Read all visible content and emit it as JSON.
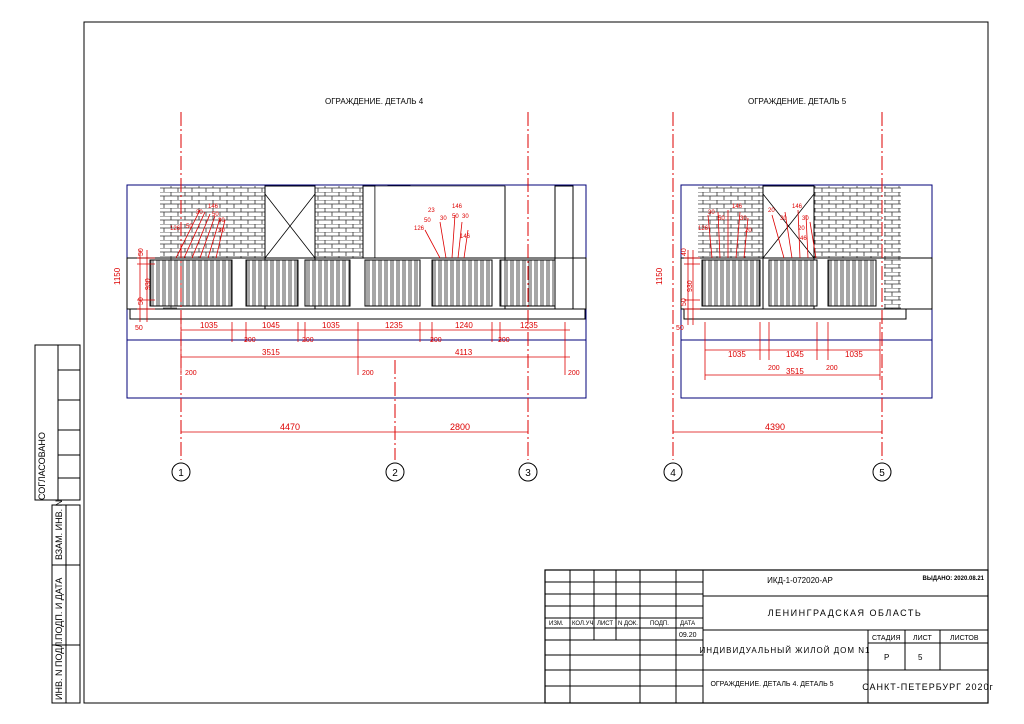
{
  "sheet": {
    "left_strip": {
      "approved": "СОГЛАСОВАНО",
      "replaced": "ВЗАМ. ИНВ. N",
      "signature": "ПОДП. И ДАТА",
      "inventory": "ИНВ. N ПОДЛ."
    },
    "views": {
      "detail4_title": "ОГРАЖДЕНИЕ. ДЕТАЛЬ 4",
      "detail5_title": "ОГРАЖДЕНИЕ. ДЕТАЛЬ 5"
    },
    "axes": [
      "1",
      "2",
      "3",
      "4",
      "5"
    ],
    "dims4": {
      "h_total": "1150",
      "h_top": "50",
      "h_mid": "930",
      "h_bot": "50",
      "h_base": "50",
      "row1": [
        "1035",
        "1045",
        "1035",
        "1235",
        "1240",
        "1235"
      ],
      "row1_small": [
        "200",
        "200",
        "200",
        "200"
      ],
      "row2": [
        "3515",
        "4113"
      ],
      "row2_small": [
        "200",
        "200",
        "200"
      ],
      "row3": [
        "4470",
        "2800"
      ],
      "cluster_a": [
        "146",
        "30",
        "50",
        "30",
        "126",
        "50",
        "30"
      ],
      "cluster_b": [
        "23",
        "146",
        "30",
        "50",
        "30",
        "50",
        "126",
        "146"
      ]
    },
    "dims5": {
      "h_total": "1150",
      "h_top": "40",
      "h_mid": "930",
      "h_bot": "50",
      "h_base": "50",
      "row1": [
        "1035",
        "1045",
        "1035"
      ],
      "row1_small": [
        "200",
        "200"
      ],
      "row2": [
        "3515"
      ],
      "row3": [
        "4390"
      ],
      "cluster_a": [
        "146",
        "30",
        "50",
        "30",
        "126",
        "20"
      ],
      "cluster_b": [
        "20",
        "30",
        "146",
        "30",
        "20",
        "46"
      ]
    },
    "title_block": {
      "code": "ИКД-1-072020-АР",
      "issued": "ВЫДАНО: 2020.08.21",
      "region": "ЛЕНИНГРАДСКАЯ ОБЛАСТЬ",
      "cols": [
        "ИЗМ.",
        "КОЛ.УЧ",
        "ЛИСТ",
        "N ДОК.",
        "ПОДП.",
        "ДАТА"
      ],
      "date": "09.20",
      "project": "ИНДИВИДУАЛЬНЫЙ ЖИЛОЙ ДОМ N1",
      "stage_label": "СТАДИЯ",
      "sheet_label": "ЛИСТ",
      "sheets_label": "ЛИСТОВ",
      "stage": "Р",
      "sheet": "5",
      "drawing": "ОГРАЖДЕНИЕ. ДЕТАЛЬ 4. ДЕТАЛЬ 5",
      "city": "САНКТ-ПЕТЕРБУРГ 2020г"
    }
  }
}
